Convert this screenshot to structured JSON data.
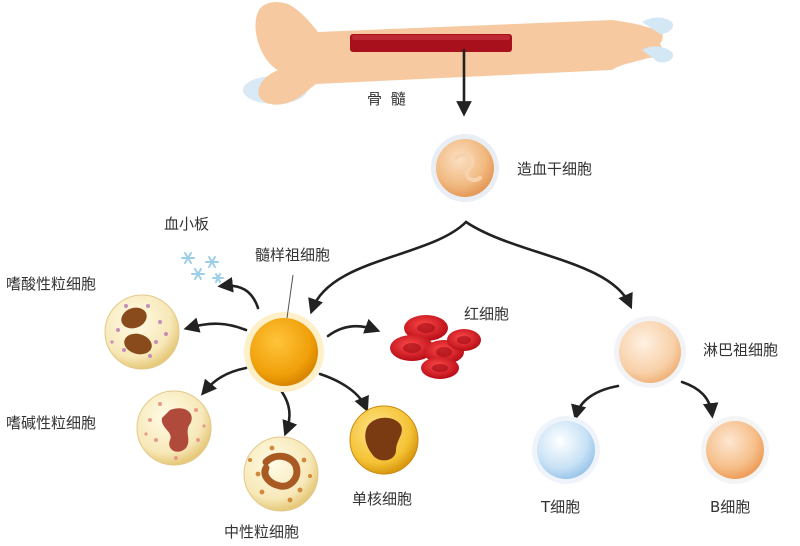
{
  "labels": {
    "bone_marrow": "骨 髓",
    "hsc": "造血干细胞",
    "myeloid": "髓样祖细胞",
    "platelet": "血小板",
    "eosinophil": "嗜酸性粒细胞",
    "basophil": "嗜碱性粒细胞",
    "neutrophil": "中性粒细胞",
    "monocyte": "单核细胞",
    "rbc": "红细胞",
    "lymphoid": "淋巴祖细胞",
    "t_cell": "T细胞",
    "b_cell": "B细胞"
  },
  "colors": {
    "bone": "#f6c9a0",
    "marrow": "#a8101c",
    "arrow": "#222222",
    "hsc": "#f1b980",
    "myeloid": "#f2a20a",
    "rbc": "#d01520",
    "lymphoid": "#f8d0a8",
    "t_cell": "#c8e2f6",
    "b_cell": "#f6bf8a",
    "platelet": "#9ecfe8"
  }
}
